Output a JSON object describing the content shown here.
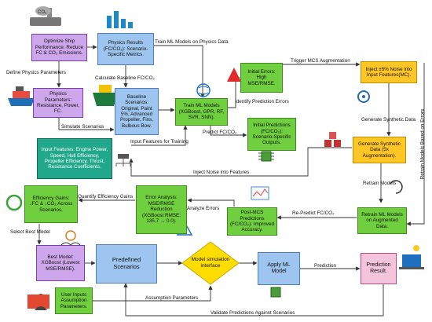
{
  "boxes": {
    "optimize": "Optimize Ship Performance: Reduce FC & CO₂ Emissions.",
    "physics_results": "Physics Results (FC/CO₂): Scenario-Specific Metrics.",
    "physics_params": "Physics Parameters: Resistance, Power, FC.",
    "baseline": "Baseline Scenarios: Original, Paint 5%, Advanced Propeller, Fins, Bulbous Bow.",
    "train_ml": "Train ML Models (XGBoost, GPR, RF, SVR, SNN).",
    "initial_errors": "Initial Errors: High MSE/RMSE.",
    "initial_predictions": "Initial Predictions (FC/CO₂): Scenario-Specific Outputs.",
    "inject_noise": "Inject ±5% Noise into Input Features(MC).",
    "generate_synthetic": "Generate Synthetic Data (5x Augmentation).",
    "input_features": "Input Features: Engine Power, Speed, Hull Efficiency, Propeller Efficiency, Thrust, Resistance Coefficients.",
    "error_analysis": "Error Analysis: MSE/RMSE Reduction (XGBoost RMSE: 135.7 → 0.0).",
    "efficiency_gains": "Efficiency Gains: ↓FC & ↓CO₂ Across Scenarios.",
    "post_mcs": "Post-MCS Predictions (FC/CO₂): Improved Accuracy.",
    "retrain_ml": "Retrain ML Models on Augmented Data.",
    "best_model": "Best Model: XGBoost (Lowest MSE/RMSE).",
    "predefined": "Predefined Scenarios",
    "simulation": "Model simulation interface",
    "apply_ml": "Apply ML Model",
    "prediction_result": "Prediction Result.",
    "user_inputs": "User Inputs Assumption Parameters."
  },
  "labels": {
    "define_physics": "Define Physics Parameters",
    "calc_baseline": "Calculate Baseline FC/CO₂",
    "train_physics": "Train ML Models on Physics Data",
    "trigger_mcs": "Trigger MCS Augmentation",
    "identify_errors": "Identify Prediction Errors",
    "simulate": "Simulate Scenarios",
    "predict": "Predict FC/CO₂",
    "input_training": "Input Features for Training",
    "generate_data": "Generate Synthetic Data",
    "inject_features": "Inject Noise into Features",
    "retrain": "Retrain Models",
    "retrain_errors": "Retrain Models Based on Errors",
    "quantify": "Quantify Efficiency Gains",
    "analyze": "Analyze Errors",
    "repredict": "Re-Predict FC/CO₂",
    "select_best": "Select Best Model",
    "prediction": "Prediction",
    "assumption": "Assumption Parameters",
    "validate": "Validate  Predictions Against Scenarios",
    "co2_icon_text": "CO₂"
  },
  "colors": {
    "purple": "#cda6ec",
    "green": "#6fcf3f",
    "teal": "#21a88c",
    "blue": "#9ec5ef",
    "orange": "#ffc626",
    "pink": "#f4c4dc",
    "diamond": "#ffdd00",
    "arrow": "#333333"
  }
}
